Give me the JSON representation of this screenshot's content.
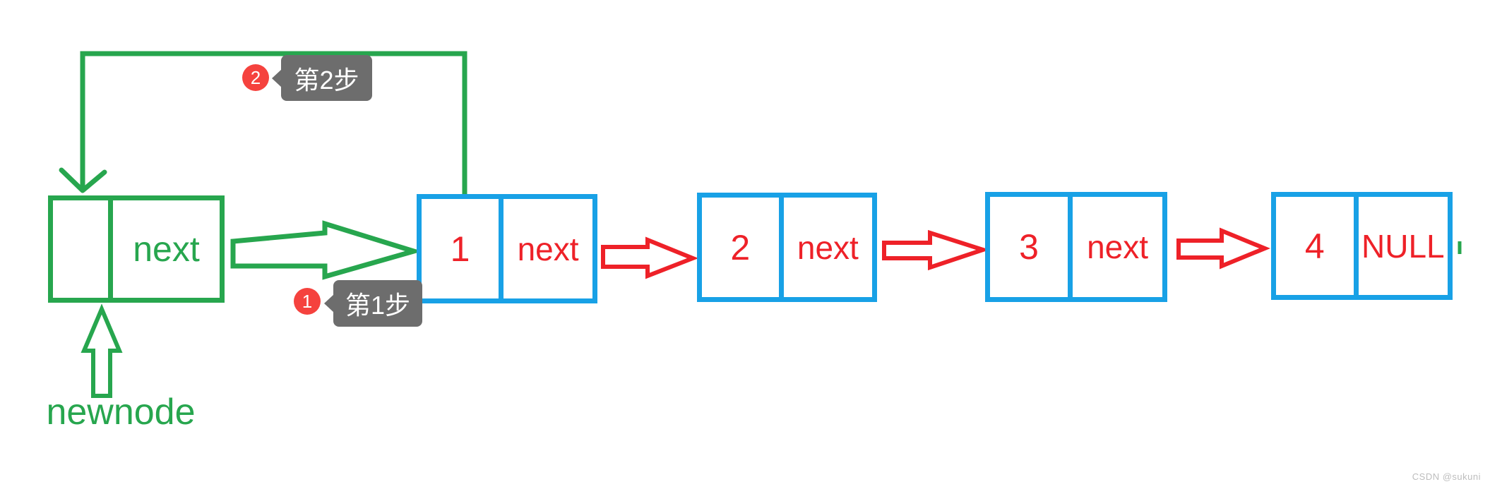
{
  "colors": {
    "green": "#27a64e",
    "blue": "#18a1e6",
    "red": "#ee2128",
    "badge_red": "#f5423e",
    "tooltip_gray": "#6d6d6d",
    "watermark_gray": "#bdbdbd"
  },
  "newnode": {
    "pointer_label": "next",
    "caption": "newnode"
  },
  "nodes": [
    {
      "value": "1",
      "pointer": "next"
    },
    {
      "value": "2",
      "pointer": "next"
    },
    {
      "value": "3",
      "pointer": "next"
    },
    {
      "value": "4",
      "pointer": "NULL"
    }
  ],
  "steps": [
    {
      "badge": "1",
      "label": "第1步"
    },
    {
      "badge": "2",
      "label": "第2步"
    }
  ],
  "watermark": "CSDN @sukuni"
}
